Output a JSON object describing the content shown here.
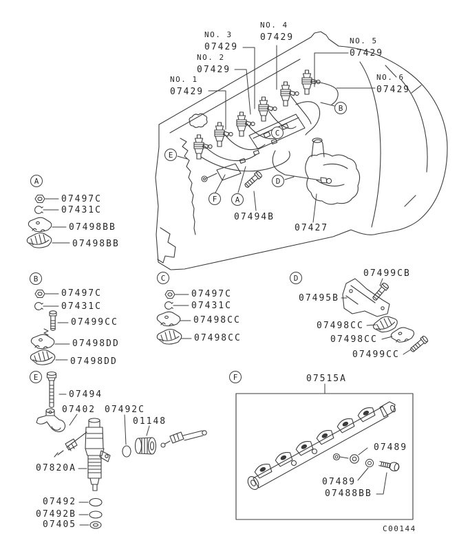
{
  "figure": {
    "description": "Fuel injection pipe and nozzle parts diagram",
    "drawing_code": "C00144",
    "line_color": "#3b3b3b",
    "background_color": "#ffffff"
  },
  "main_view": {
    "injector_labels": [
      {
        "position": "NO. 1",
        "part_no": "07429"
      },
      {
        "position": "NO. 2",
        "part_no": "07429"
      },
      {
        "position": "NO. 3",
        "part_no": "07429"
      },
      {
        "position": "NO. 4",
        "part_no": "07429"
      },
      {
        "position": "NO. 5",
        "part_no": "07429"
      },
      {
        "position": "NO. 6",
        "part_no": "07429"
      }
    ],
    "part_labels": {
      "clamp_bolt": "07494B",
      "leak_off_pipe": "07427"
    },
    "callouts": {
      "a": "A",
      "b": "B",
      "c": "C",
      "d": "D",
      "e": "E",
      "f": "F"
    }
  },
  "sections": [
    {
      "letter": "A",
      "parts": [
        {
          "icon": "nut-icon",
          "part_no": "07497C"
        },
        {
          "icon": "snap-ring-icon",
          "part_no": "07431C"
        },
        {
          "icon": "pipe-clamp-icon",
          "part_no": "07498BB"
        },
        {
          "icon": "pipe-clamp-ribbed-icon",
          "part_no": "07498BB"
        }
      ]
    },
    {
      "letter": "B",
      "parts": [
        {
          "icon": "nut-icon",
          "part_no": "07497C"
        },
        {
          "icon": "snap-ring-icon",
          "part_no": "07431C"
        },
        {
          "icon": "bolt-icon",
          "part_no": "07499CC"
        },
        {
          "icon": "pipe-clamp-icon",
          "part_no": "07498DD"
        },
        {
          "icon": "pipe-clamp-ribbed-icon",
          "part_no": "07498DD"
        }
      ]
    },
    {
      "letter": "C",
      "parts": [
        {
          "icon": "nut-icon",
          "part_no": "07497C"
        },
        {
          "icon": "snap-ring-icon",
          "part_no": "07431C"
        },
        {
          "icon": "pipe-clamp-icon",
          "part_no": "07498CC"
        },
        {
          "icon": "pipe-clamp-ribbed-icon",
          "part_no": "07498CC"
        }
      ]
    },
    {
      "letter": "D",
      "parts": [
        {
          "icon": "bolt-icon",
          "part_no": "07499CB"
        },
        {
          "icon": "bracket-icon",
          "part_no": "07495B"
        },
        {
          "icon": "pipe-clamp-ribbed-icon",
          "part_no": "07498CC"
        },
        {
          "icon": "pipe-clamp-icon",
          "part_no": "07498CC"
        },
        {
          "icon": "bolt-icon",
          "part_no": "07499CC"
        }
      ]
    },
    {
      "letter": "E",
      "parts": [
        {
          "icon": "bolt-icon",
          "part_no": "07494"
        },
        {
          "icon": "fork-icon",
          "part_no": "07402"
        },
        {
          "icon": "o-ring-icon",
          "part_no": "07492C"
        },
        {
          "icon": "sleeve-icon",
          "part_no": "01148"
        },
        {
          "icon": "injector-icon",
          "part_no": "07820A"
        },
        {
          "icon": "gasket-icon",
          "part_no": "07492"
        },
        {
          "icon": "gasket-icon",
          "part_no": "07492B"
        },
        {
          "icon": "washer-icon",
          "part_no": "07405"
        }
      ]
    },
    {
      "letter": "F",
      "assembly_part_no": "07515A",
      "parts": [
        {
          "icon": "washer-icon",
          "part_no": "07489"
        },
        {
          "icon": "washer-icon",
          "part_no": "07489"
        },
        {
          "icon": "eye-bolt-icon",
          "part_no": "07488BB"
        }
      ]
    }
  ]
}
